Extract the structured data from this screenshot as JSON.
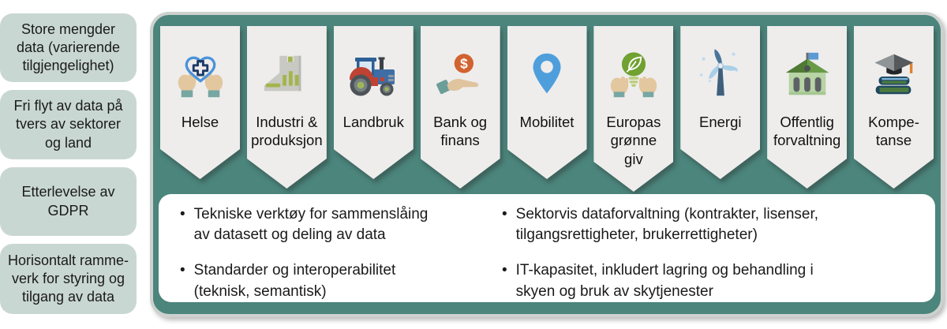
{
  "figure_type": "sector-data-diagram",
  "colors": {
    "panel_teal": "#4b857c",
    "sidebar_green": "#c9d7d2",
    "banner_gray": "#eeedec",
    "bottom_box_white": "#ffffff",
    "text": "#1a1a1a"
  },
  "sidebar": {
    "items": [
      {
        "lines": [
          "Store mengder",
          "data (varierende",
          "tilgjengelighet)"
        ]
      },
      {
        "lines": [
          "Fri flyt av data på",
          "tvers av sektorer",
          "og land"
        ]
      },
      {
        "lines": [
          "Etterlevelse av",
          "GDPR"
        ]
      },
      {
        "lines": [
          "Horisontalt ramme-",
          "verk for styring og",
          "tilgang av data"
        ]
      }
    ]
  },
  "sectors": [
    {
      "icon": "helse-icon",
      "label_lines": [
        "Helse"
      ]
    },
    {
      "icon": "industri-icon",
      "label_lines": [
        "Industri &",
        "produksjon"
      ]
    },
    {
      "icon": "landbruk-icon",
      "label_lines": [
        "Landbruk"
      ]
    },
    {
      "icon": "bank-finans-icon",
      "label_lines": [
        "Bank og",
        "finans"
      ]
    },
    {
      "icon": "mobilitet-icon",
      "label_lines": [
        "Mobilitet"
      ]
    },
    {
      "icon": "gronne-giv-icon",
      "label_lines": [
        "Europas",
        "grønne",
        "giv"
      ]
    },
    {
      "icon": "energi-icon",
      "label_lines": [
        "Energi"
      ]
    },
    {
      "icon": "forvaltning-icon",
      "label_lines": [
        "Offentlig",
        "forvaltning"
      ]
    },
    {
      "icon": "kompetanse-icon",
      "label_lines": [
        "Kompe-",
        "tanse"
      ]
    }
  ],
  "bottom_box": {
    "columns": [
      {
        "bullets": [
          [
            "Tekniske verktøy for sammenslåing",
            "av datasett og deling av data"
          ],
          [
            "Standarder og interoperabilitet",
            "(teknisk, semantisk)"
          ]
        ]
      },
      {
        "bullets": [
          [
            "Sektorvis dataforvaltning (kontrakter, lisenser,",
            "tilgangsrettigheter, brukerrettigheter)"
          ],
          [
            "IT-kapasitet, inkludert lagring og behandling i",
            "skyen og bruk av skytjenester"
          ]
        ]
      }
    ]
  }
}
